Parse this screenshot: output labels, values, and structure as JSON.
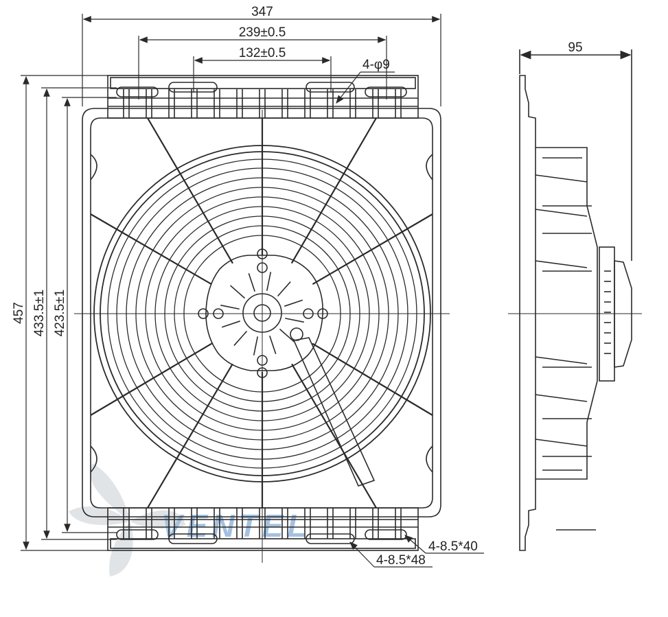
{
  "colors": {
    "ink": "#2a2a2a",
    "watermark_fan": "#c9ced4",
    "watermark_brand": "#5a8fc8"
  },
  "dimensions": {
    "width_overall": "347",
    "hole_spacing_outer": "239±0.5",
    "hole_spacing_inner": "132±0.5",
    "hole_callout": "4-φ9",
    "height_overall": "457",
    "height_mid": "433.5±1",
    "height_inner": "423.5±1",
    "depth": "95",
    "slot_1": "4-8.5*40",
    "slot_2": "4-8.5*48"
  },
  "watermark": {
    "brand": "VENTEL",
    "icon": "fan-logo-icon"
  }
}
